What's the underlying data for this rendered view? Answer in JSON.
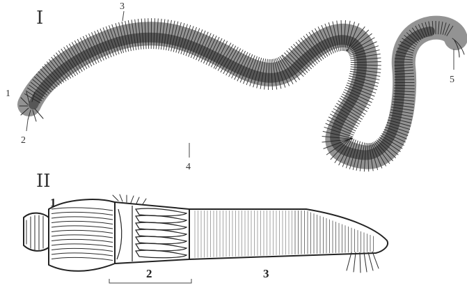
{
  "figure": {
    "panel_1": {
      "roman_label": "I",
      "callouts": [
        "1",
        "2",
        "3",
        "4",
        "5"
      ]
    },
    "panel_2": {
      "roman_label": "II",
      "callouts": [
        "1",
        "2",
        "3"
      ]
    }
  }
}
